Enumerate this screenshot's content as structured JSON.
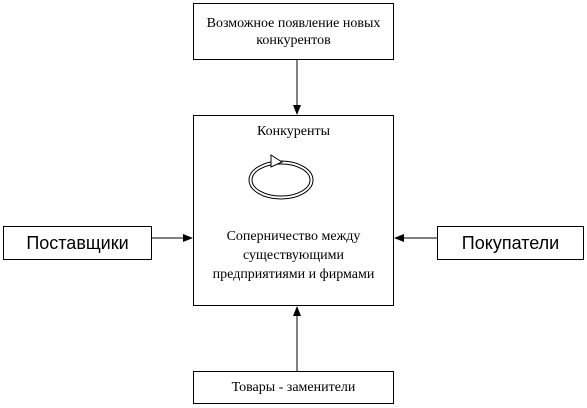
{
  "diagram": {
    "top_box": "Возможное появление новых конкурентов",
    "center_box": {
      "title": "Конкуренты",
      "description": "Соперничество между существующими предприятиями и фирмами",
      "icon": "cycle-arrow-icon"
    },
    "bottom_box": "Товары - заменители",
    "left_box": "Поставщики",
    "right_box": "Покупатели"
  }
}
